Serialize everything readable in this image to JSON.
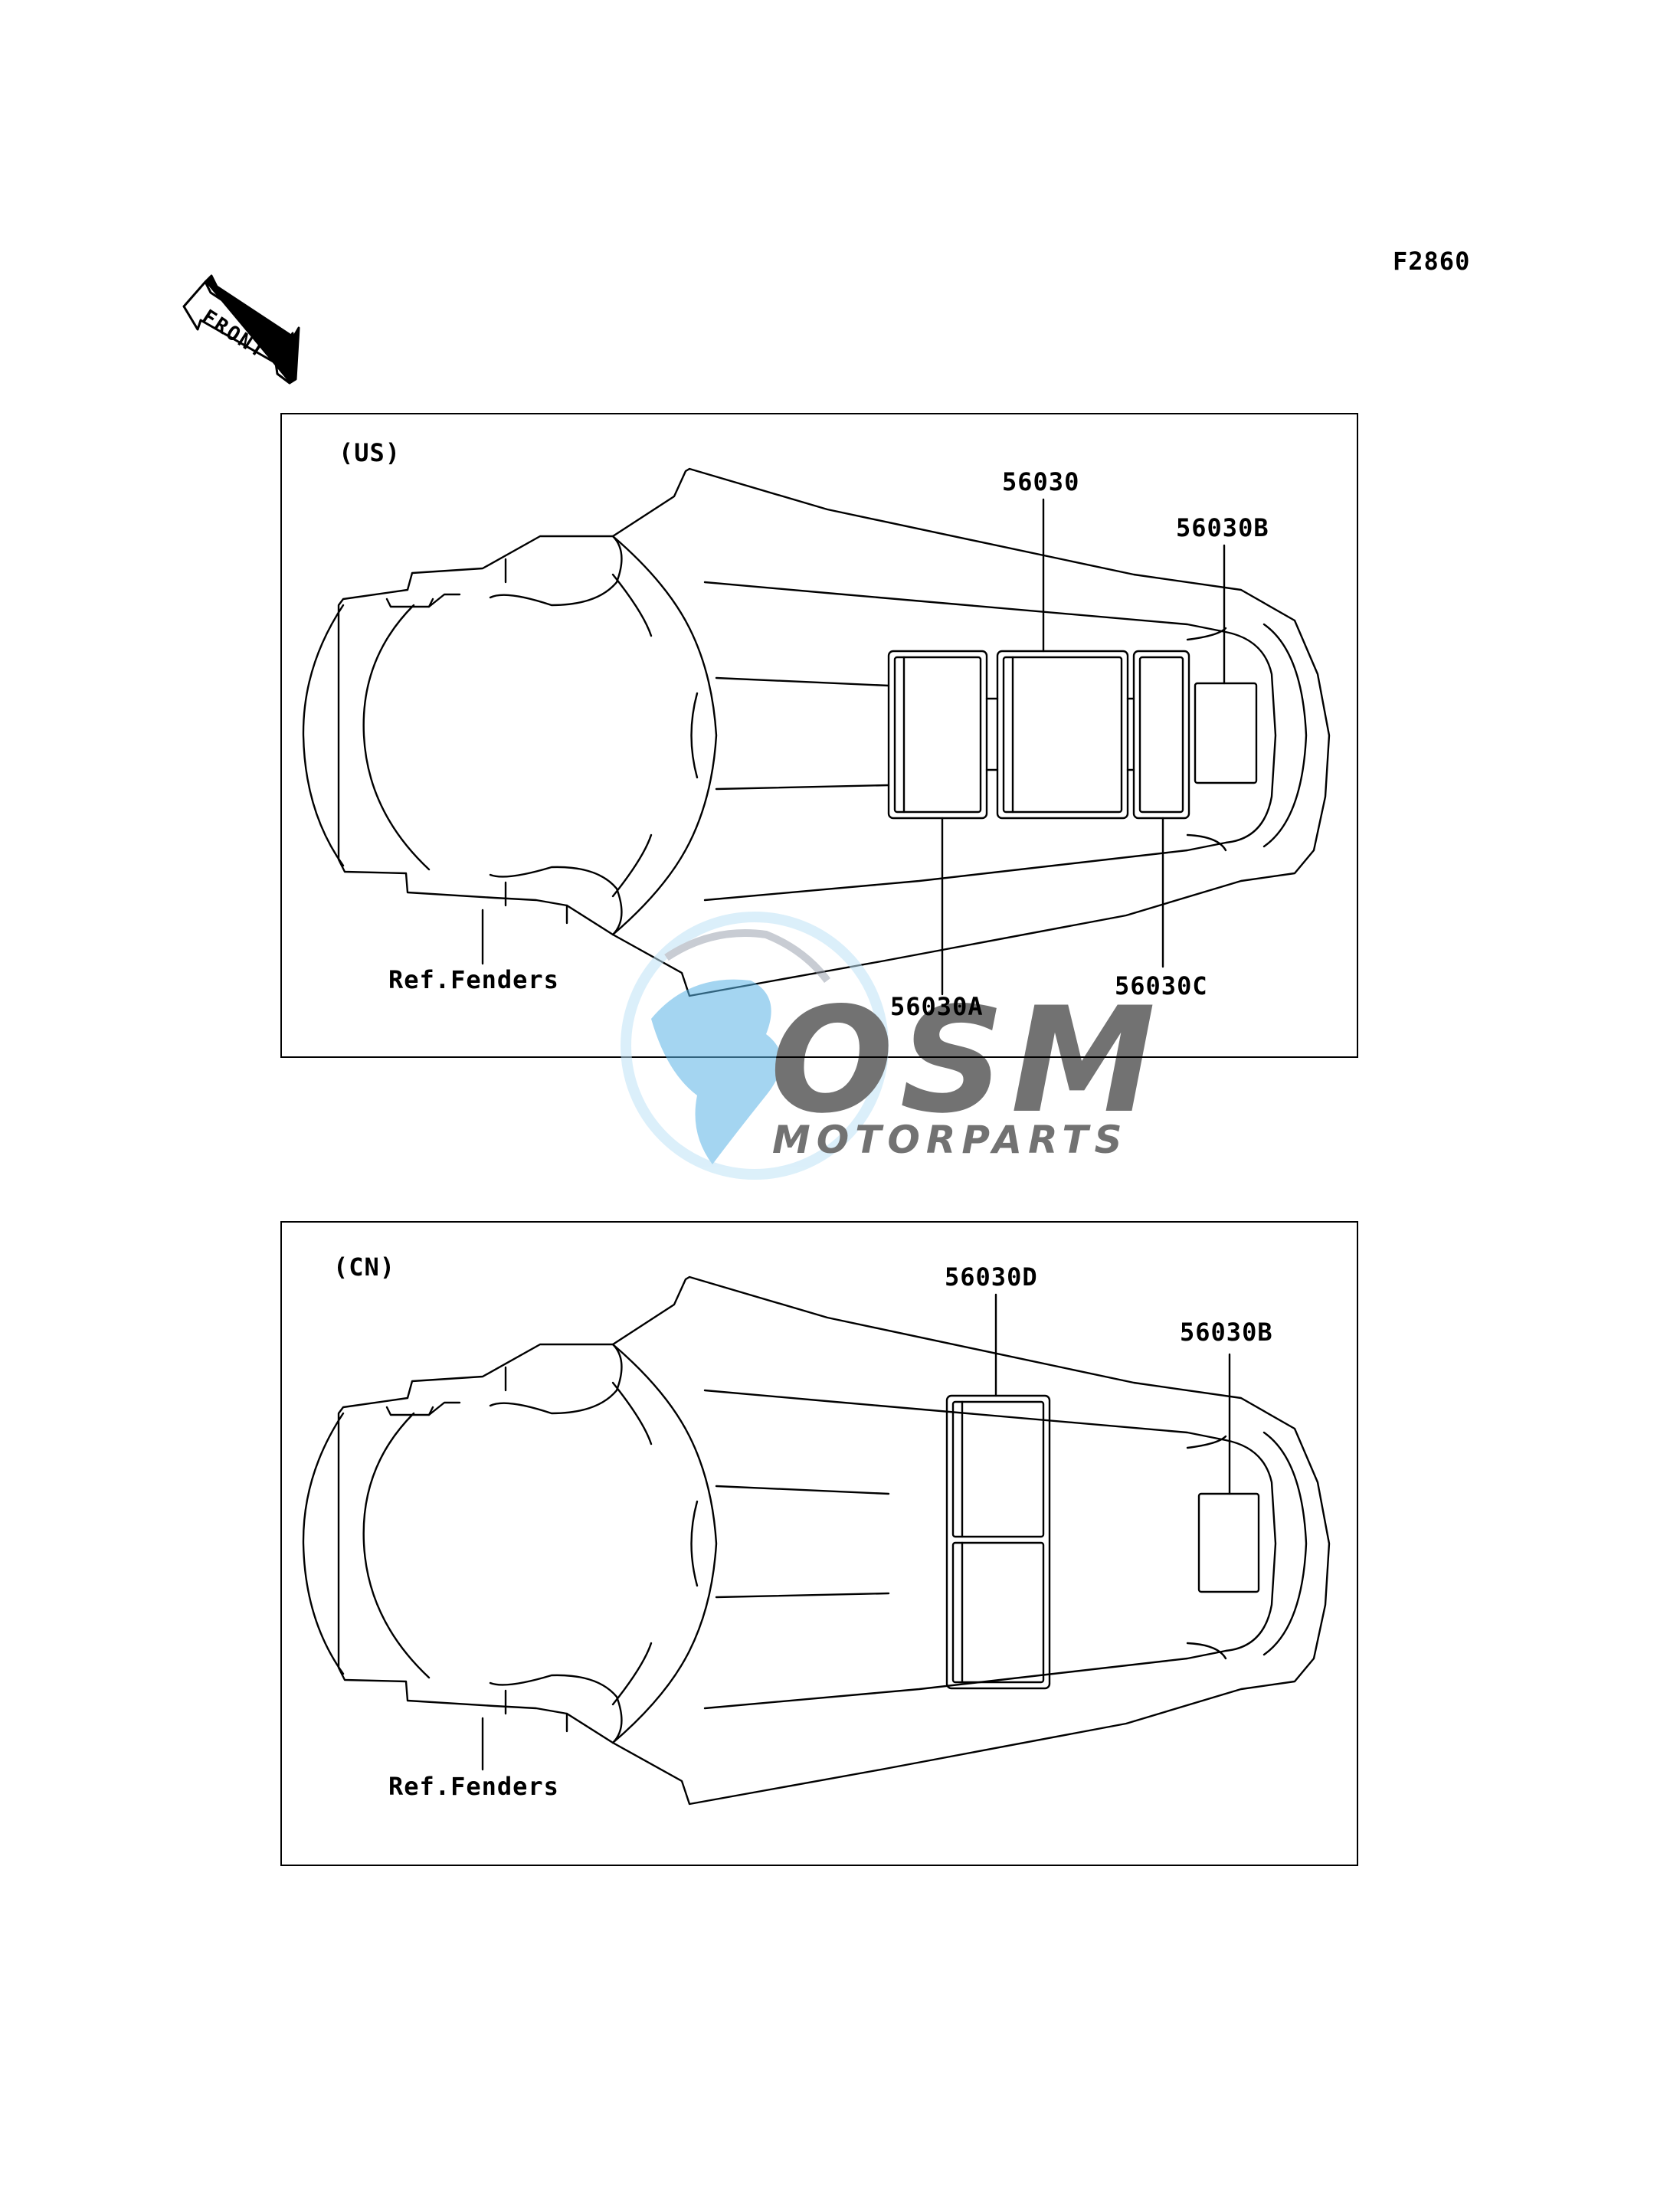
{
  "figure_code": "F2860",
  "front_label": "FRONT",
  "panels": [
    {
      "region": "(US)",
      "ref_label": "Ref.Fenders",
      "callouts": [
        "56030",
        "56030B",
        "56030A",
        "56030C"
      ]
    },
    {
      "region": "(CN)",
      "ref_label": "Ref.Fenders",
      "callouts": [
        "56030D",
        "56030B"
      ]
    }
  ],
  "watermark": {
    "logo": "OSM",
    "tagline": "MOTORPARTS",
    "colors": {
      "grey": "#8c8c8c",
      "blue": "#5ab4e6",
      "light_blue": "#bfe3f6"
    }
  },
  "colors": {
    "line": "#000000",
    "background": "#ffffff"
  }
}
